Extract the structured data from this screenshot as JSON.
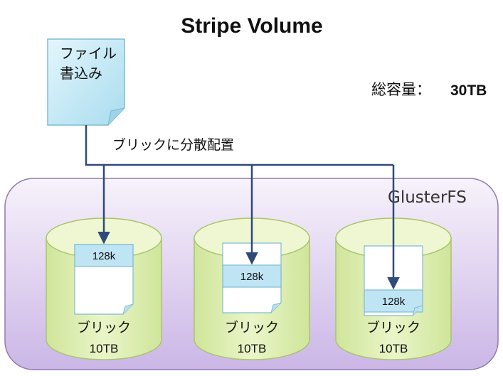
{
  "title": "Stripe Volume",
  "file": {
    "line1": "ファイル",
    "line2": "書込み"
  },
  "capacity": {
    "label": "総容量：",
    "value": "30TB"
  },
  "distribution_label": "ブリックに分散配置",
  "cluster_label": "GlusterFS",
  "chunk_label": "128k",
  "bricks": [
    {
      "label": "ブリック",
      "size": "10TB",
      "chunk_slot": 0
    },
    {
      "label": "ブリック",
      "size": "10TB",
      "chunk_slot": 1
    },
    {
      "label": "ブリック",
      "size": "10TB",
      "chunk_slot": 2
    }
  ],
  "colors": {
    "cluster_fill_top": "#f7f2fb",
    "cluster_fill_bottom": "#cbb6e6",
    "cluster_stroke": "#8f7bb0",
    "cylinder_fill": "#dcedb0",
    "cylinder_top": "#eef7d2",
    "cylinder_stroke": "#aac46c",
    "file_fill": "#c7ecf8",
    "chunk_fill": "#bfe4f3",
    "arrow": "#2f4a7a"
  }
}
